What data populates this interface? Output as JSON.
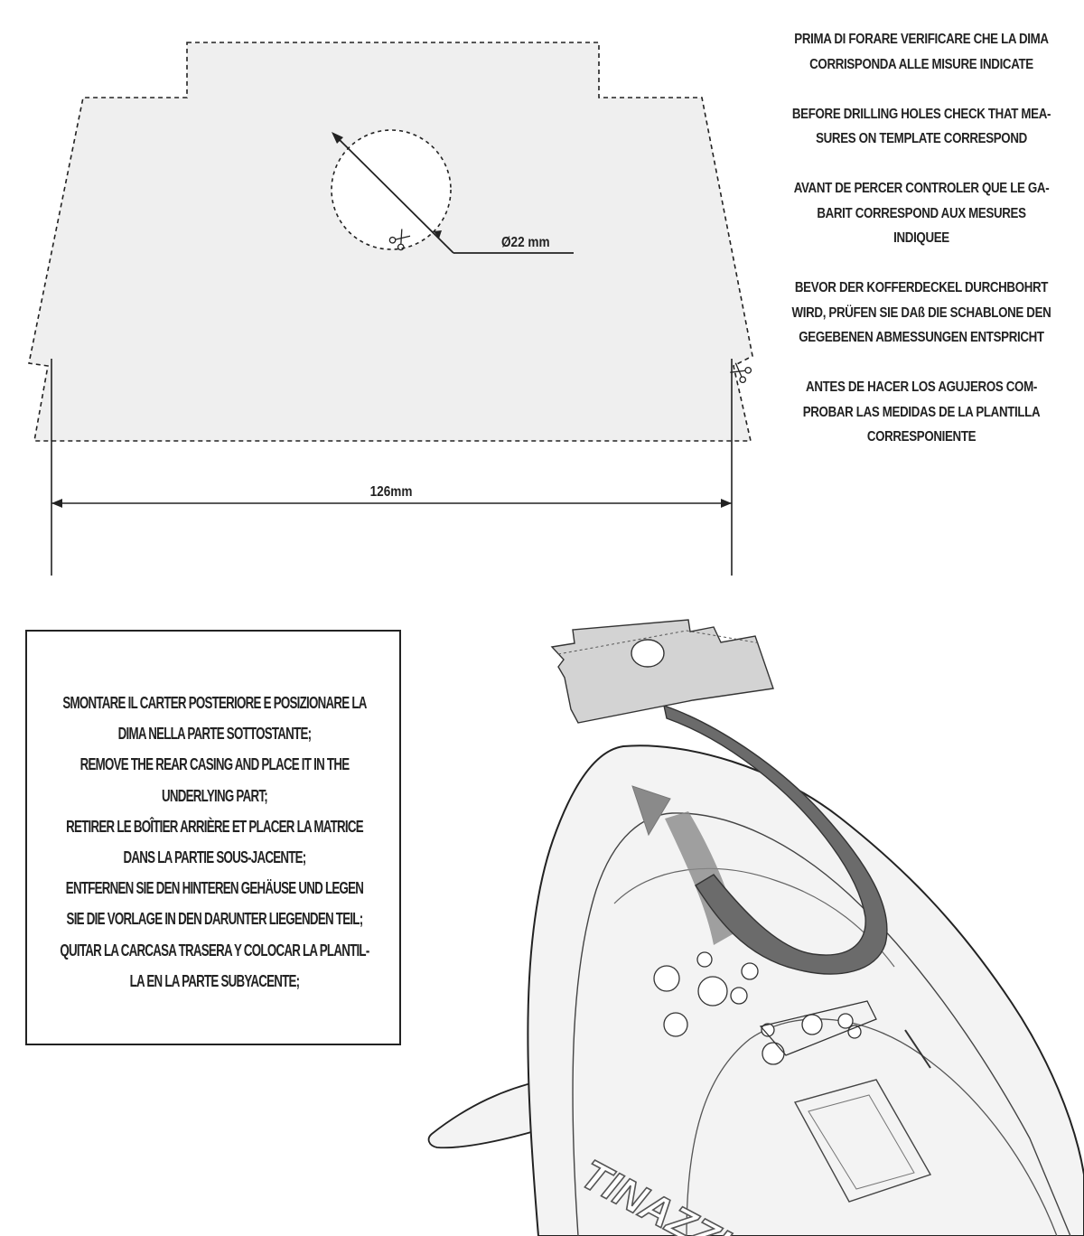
{
  "template": {
    "hole_label": "Ø22 mm",
    "width_label": "126mm"
  },
  "warnings": [
    "PRIMA DI FORARE VERIFICARE CHE LA DIMA\nCORRISPONDA ALLE MISURE INDICATE",
    "BEFORE DRILLING HOLES CHECK THAT MEA-\nSURES ON TEMPLATE CORRESPOND",
    "AVANT DE PERCER CONTROLER QUE LE GA-\nBARIT CORRESPOND AUX MESURES INDIQUEE",
    "BEVOR DER KOFFERDECKEL DURCHBOHRT\nWIRD, PRÜFEN SIE DAß DIE SCHABLONE DEN\nGEGEBENEN ABMESSUNGEN ENTSPRICHT",
    "ANTES DE HACER LOS AGUJEROS COM-\nPROBAR LAS MEDIDAS DE LA PLANTILLA\nCORRESPONIENTE"
  ],
  "instructions": [
    "SMONTARE IL CARTER POSTERIORE E POSIZIONARE LA",
    "DIMA NELLA PARTE SOTTOSTANTE;",
    "REMOVE THE REAR CASING AND PLACE IT IN THE",
    "UNDERLYING PART;",
    "RETIRER LE BOÎTIER ARRIÈRE ET PLACER LA MATRICE",
    "DANS LA PARTIE SOUS-JACENTE;",
    "ENTFERNEN SIE DEN HINTEREN GEHÄUSE UND LEGEN",
    "SIE DIE VORLAGE IN DEN DARUNTER LIEGENDEN TEIL;",
    "QUITAR LA CARCASA TRASERA Y COLOCAR LA PLANTIL-",
    "LA EN LA PARTE SUBYACENTE;"
  ],
  "illustration": {
    "logo_text": "TINAZZI"
  },
  "colors": {
    "template_fill": "#efefef",
    "ink": "#222222",
    "band": "#6b6b6b",
    "arrow": "#8a8a8a",
    "tail_fill": "#f3f3f3"
  }
}
